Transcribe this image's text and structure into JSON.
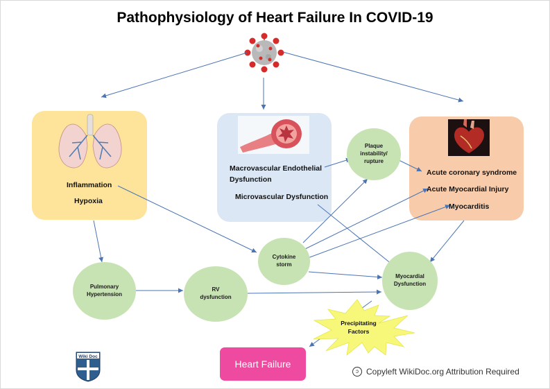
{
  "title": "Pathophysiology of Heart Failure In COVID-19",
  "virus_icon": "coronavirus-icon",
  "boxes": {
    "lungs": {
      "icon": "lungs-icon",
      "lines": [
        "Inflammation",
        "Hypoxia"
      ]
    },
    "vessels": {
      "icon": "blood-vessel-icon",
      "lines": [
        "Macrovascular Endothelial Dysfunction",
        "Microvascular Dysfunction"
      ]
    },
    "heart": {
      "icon": "heart-icon",
      "lines": [
        "Acute coronary syndrome",
        "Acute Myocardial Injury",
        "Myocarditis"
      ]
    }
  },
  "nodes": {
    "plaque": "Plaque instability/ rupture",
    "cytokine": "Cytokine storm",
    "pulmonary": "Pulmonary Hypertension",
    "rv": "RV dysfunction",
    "myocardial": "Myocardial Dysfunction",
    "precipitating": "Precipitating Factors",
    "heart_failure": "Heart Failure"
  },
  "logo": {
    "text": "Wiki Doc",
    "icon": "wikidoc-shield-logo"
  },
  "copyleft": {
    "icon": "copyleft-icon",
    "symbol": "ↄ",
    "text": "Copyleft WikiDoc.org Attribution  Required"
  },
  "colors": {
    "lung_box": "#fde49a",
    "vessel_box": "#dbe7f5",
    "heart_box": "#f8ccaa",
    "circle": "#c7e3b3",
    "heart_failure": "#ee4aa0",
    "burst": "#f7f77a",
    "arrow": "#4a74b4"
  }
}
